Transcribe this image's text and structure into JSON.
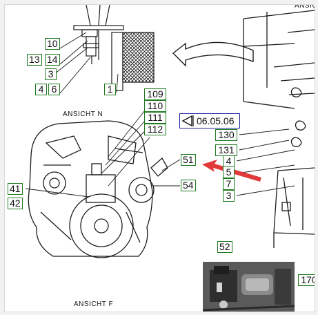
{
  "view_labels": {
    "top_right": "ANSICHT",
    "view_n": "ANSICHT N",
    "view_f": "ANSICHT F"
  },
  "reference_tag": {
    "text": "06.05.06",
    "icon": "triangle-left-icon"
  },
  "callouts": [
    "10",
    "13",
    "14",
    "3",
    "4",
    "6",
    "1",
    "109",
    "110",
    "111",
    "112",
    "130",
    "131",
    "4",
    "5",
    "7",
    "3",
    "51",
    "54",
    "41",
    "42",
    "52",
    "170"
  ],
  "colors": {
    "callout_border": "#1f7a1f",
    "reference_border": "#1a1a9c",
    "pointer_arrow": "#e03a3a",
    "line_art": "#1a1a1a"
  }
}
